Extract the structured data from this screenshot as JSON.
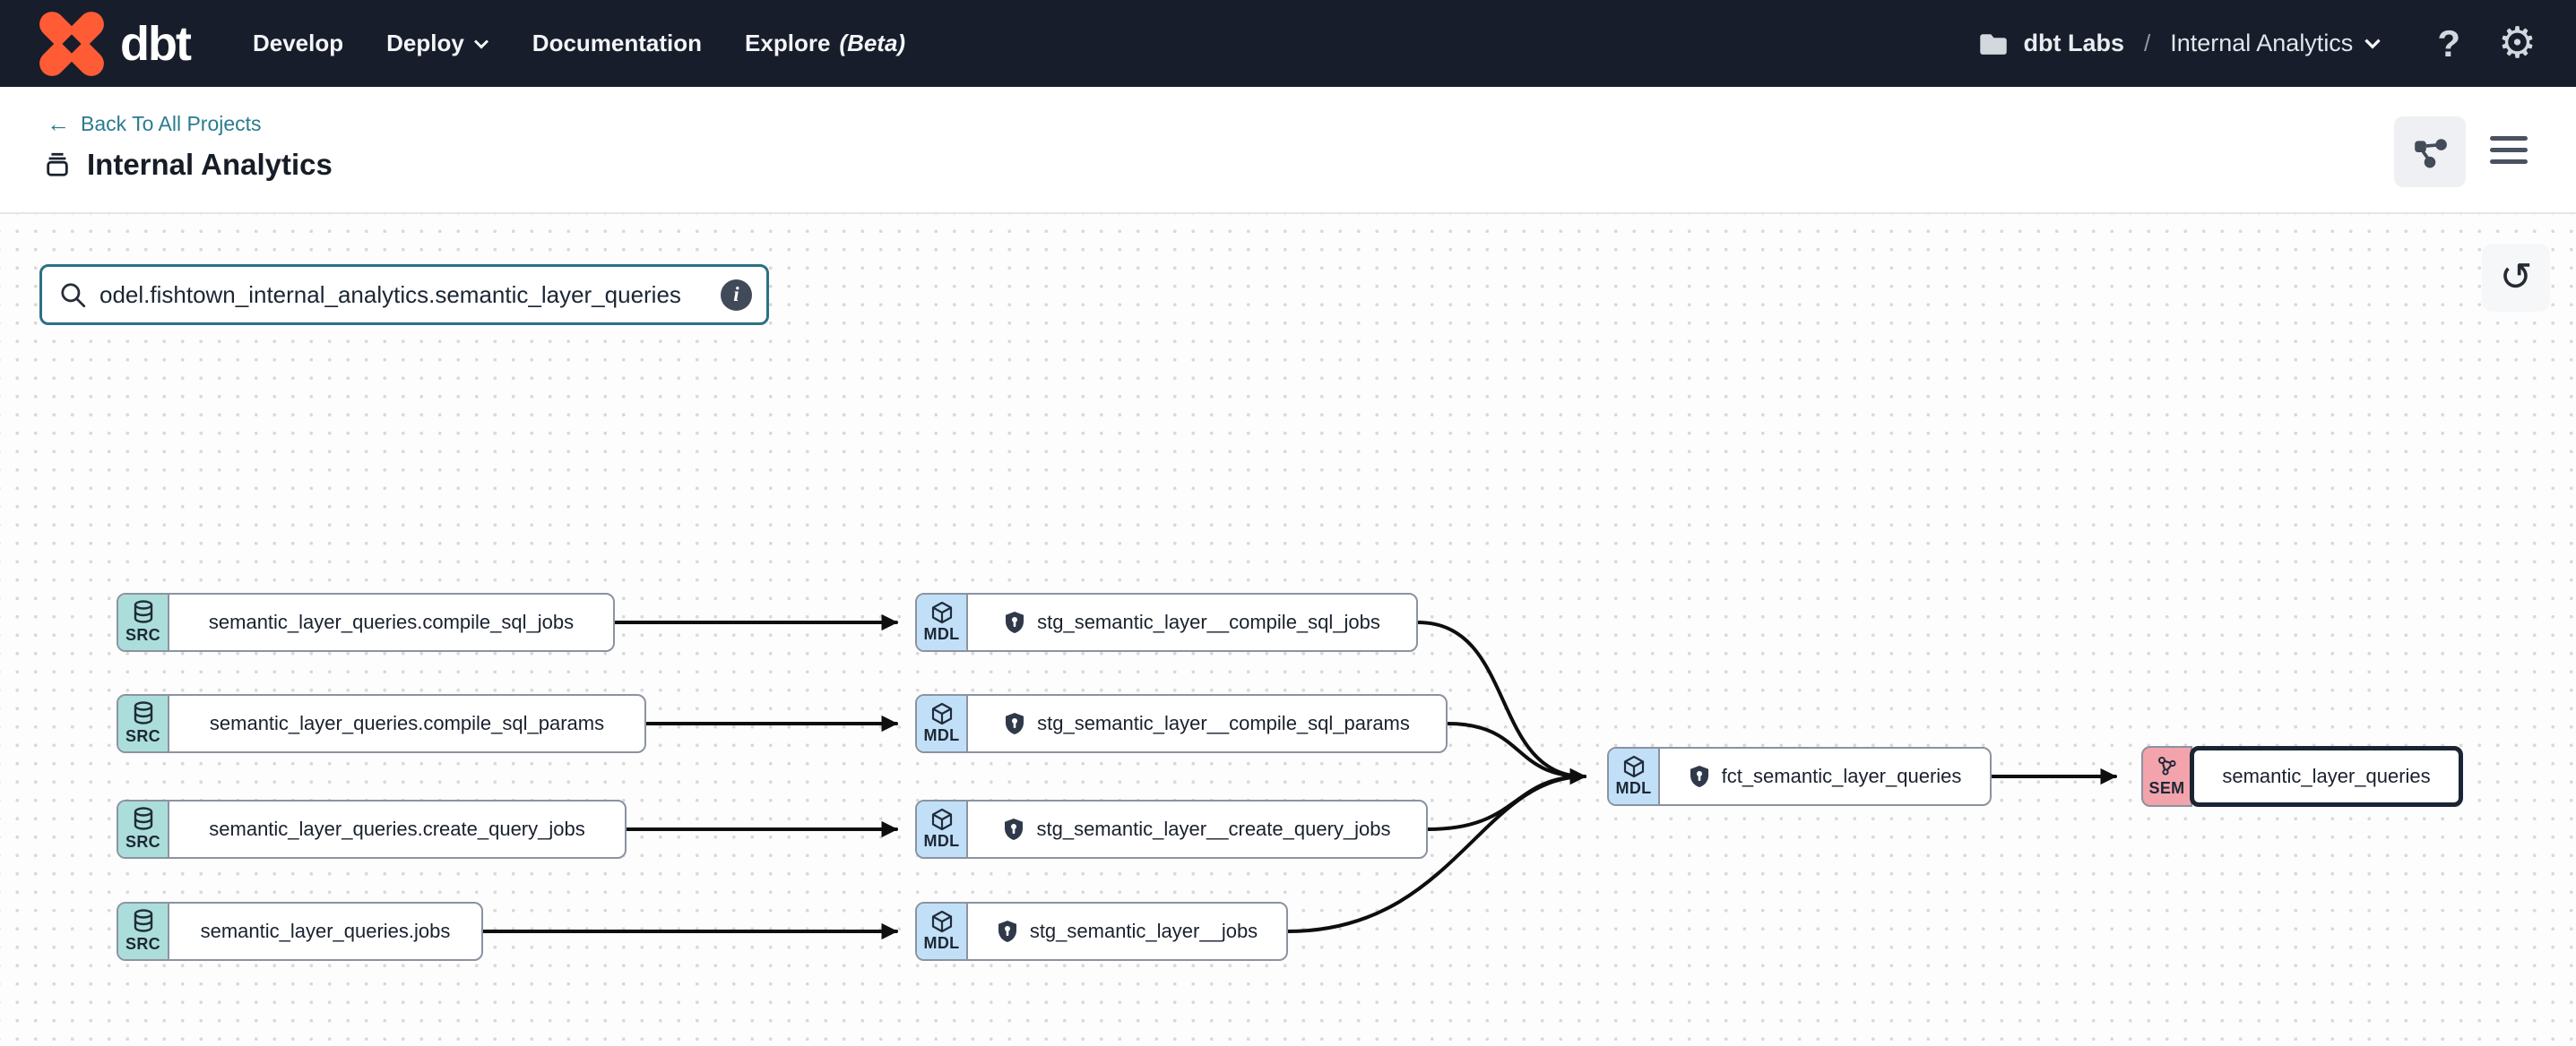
{
  "nav": {
    "logo_text": "dbt",
    "items": [
      {
        "label": "Develop"
      },
      {
        "label": "Deploy"
      },
      {
        "label": "Documentation"
      },
      {
        "label": "Explore",
        "badge": "(Beta)"
      }
    ],
    "breadcrumb": {
      "org": "dbt Labs",
      "separator": "/",
      "project": "Internal Analytics"
    },
    "help_label": "?",
    "gear_label": "⚙"
  },
  "header": {
    "back_arrow": "←",
    "back_link": "Back To All Projects",
    "title": "Internal Analytics"
  },
  "canvas": {
    "search_value": "odel.fishtown_internal_analytics.semantic_layer_queries",
    "info_label": "i",
    "reset_label": "↺"
  },
  "graph": {
    "nodes": [
      {
        "id": "src-compile-sql-jobs",
        "type": "source",
        "badge": "SRC",
        "label": "semantic_layer_queries.compile_sql_jobs"
      },
      {
        "id": "src-compile-sql-params",
        "type": "source",
        "badge": "SRC",
        "label": "semantic_layer_queries.compile_sql_params"
      },
      {
        "id": "src-create-query-jobs",
        "type": "source",
        "badge": "SRC",
        "label": "semantic_layer_queries.create_query_jobs"
      },
      {
        "id": "src-jobs",
        "type": "source",
        "badge": "SRC",
        "label": "semantic_layer_queries.jobs"
      },
      {
        "id": "stg-compile-sql-jobs",
        "type": "model",
        "badge": "MDL",
        "label": "stg_semantic_layer__compile_sql_jobs"
      },
      {
        "id": "stg-compile-sql-params",
        "type": "model",
        "badge": "MDL",
        "label": "stg_semantic_layer__compile_sql_params"
      },
      {
        "id": "stg-create-query-jobs",
        "type": "model",
        "badge": "MDL",
        "label": "stg_semantic_layer__create_query_jobs"
      },
      {
        "id": "stg-jobs",
        "type": "model",
        "badge": "MDL",
        "label": "stg_semantic_layer__jobs"
      },
      {
        "id": "fct-semantic-layer-queries",
        "type": "model",
        "badge": "MDL",
        "label": "fct_semantic_layer_queries"
      },
      {
        "id": "sem-semantic-layer-queries",
        "type": "semantic-model",
        "badge": "SEM",
        "label": "semantic_layer_queries",
        "selected": true
      }
    ],
    "edges": [
      {
        "from": "src-compile-sql-jobs",
        "to": "stg-compile-sql-jobs"
      },
      {
        "from": "src-compile-sql-params",
        "to": "stg-compile-sql-params"
      },
      {
        "from": "src-create-query-jobs",
        "to": "stg-create-query-jobs"
      },
      {
        "from": "src-jobs",
        "to": "stg-jobs"
      },
      {
        "from": "stg-compile-sql-jobs",
        "to": "fct-semantic-layer-queries"
      },
      {
        "from": "stg-compile-sql-params",
        "to": "fct-semantic-layer-queries"
      },
      {
        "from": "stg-create-query-jobs",
        "to": "fct-semantic-layer-queries"
      },
      {
        "from": "stg-jobs",
        "to": "fct-semantic-layer-queries"
      },
      {
        "from": "fct-semantic-layer-queries",
        "to": "sem-semantic-layer-queries"
      }
    ]
  },
  "colors": {
    "nav_background": "#171d2b",
    "brand_orange": "#ff5c35",
    "teal_link": "#2a7c8e",
    "search_border": "#2a7184",
    "source_badge": "#abdeda",
    "model_badge": "#c1e0f7",
    "semantic_badge": "#f3a3ab",
    "selected_border": "#1b2433",
    "edge": "#0e0e0e"
  }
}
